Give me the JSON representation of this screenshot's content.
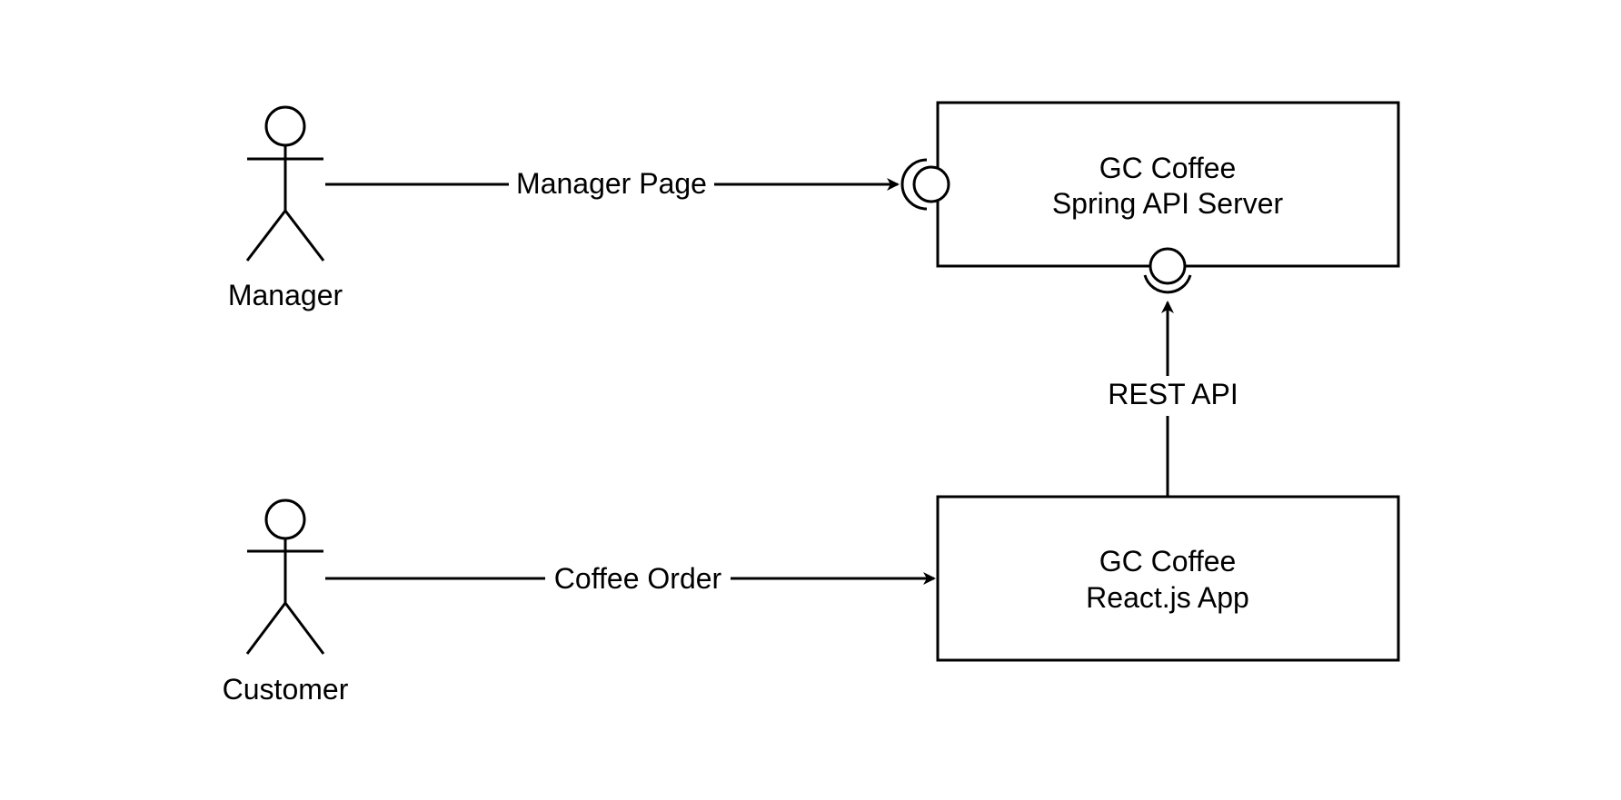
{
  "actors": {
    "manager": {
      "label": "Manager"
    },
    "customer": {
      "label": "Customer"
    }
  },
  "components": {
    "api_server": {
      "line1": "GC Coffee",
      "line2": "Spring API Server"
    },
    "react_app": {
      "line1": "GC Coffee",
      "line2": "React.js App"
    }
  },
  "connections": {
    "manager_page": {
      "label": "Manager Page"
    },
    "coffee_order": {
      "label": "Coffee Order"
    },
    "rest_api": {
      "label": "REST API"
    }
  },
  "colors": {
    "stroke": "#000000",
    "background": "#ffffff"
  }
}
